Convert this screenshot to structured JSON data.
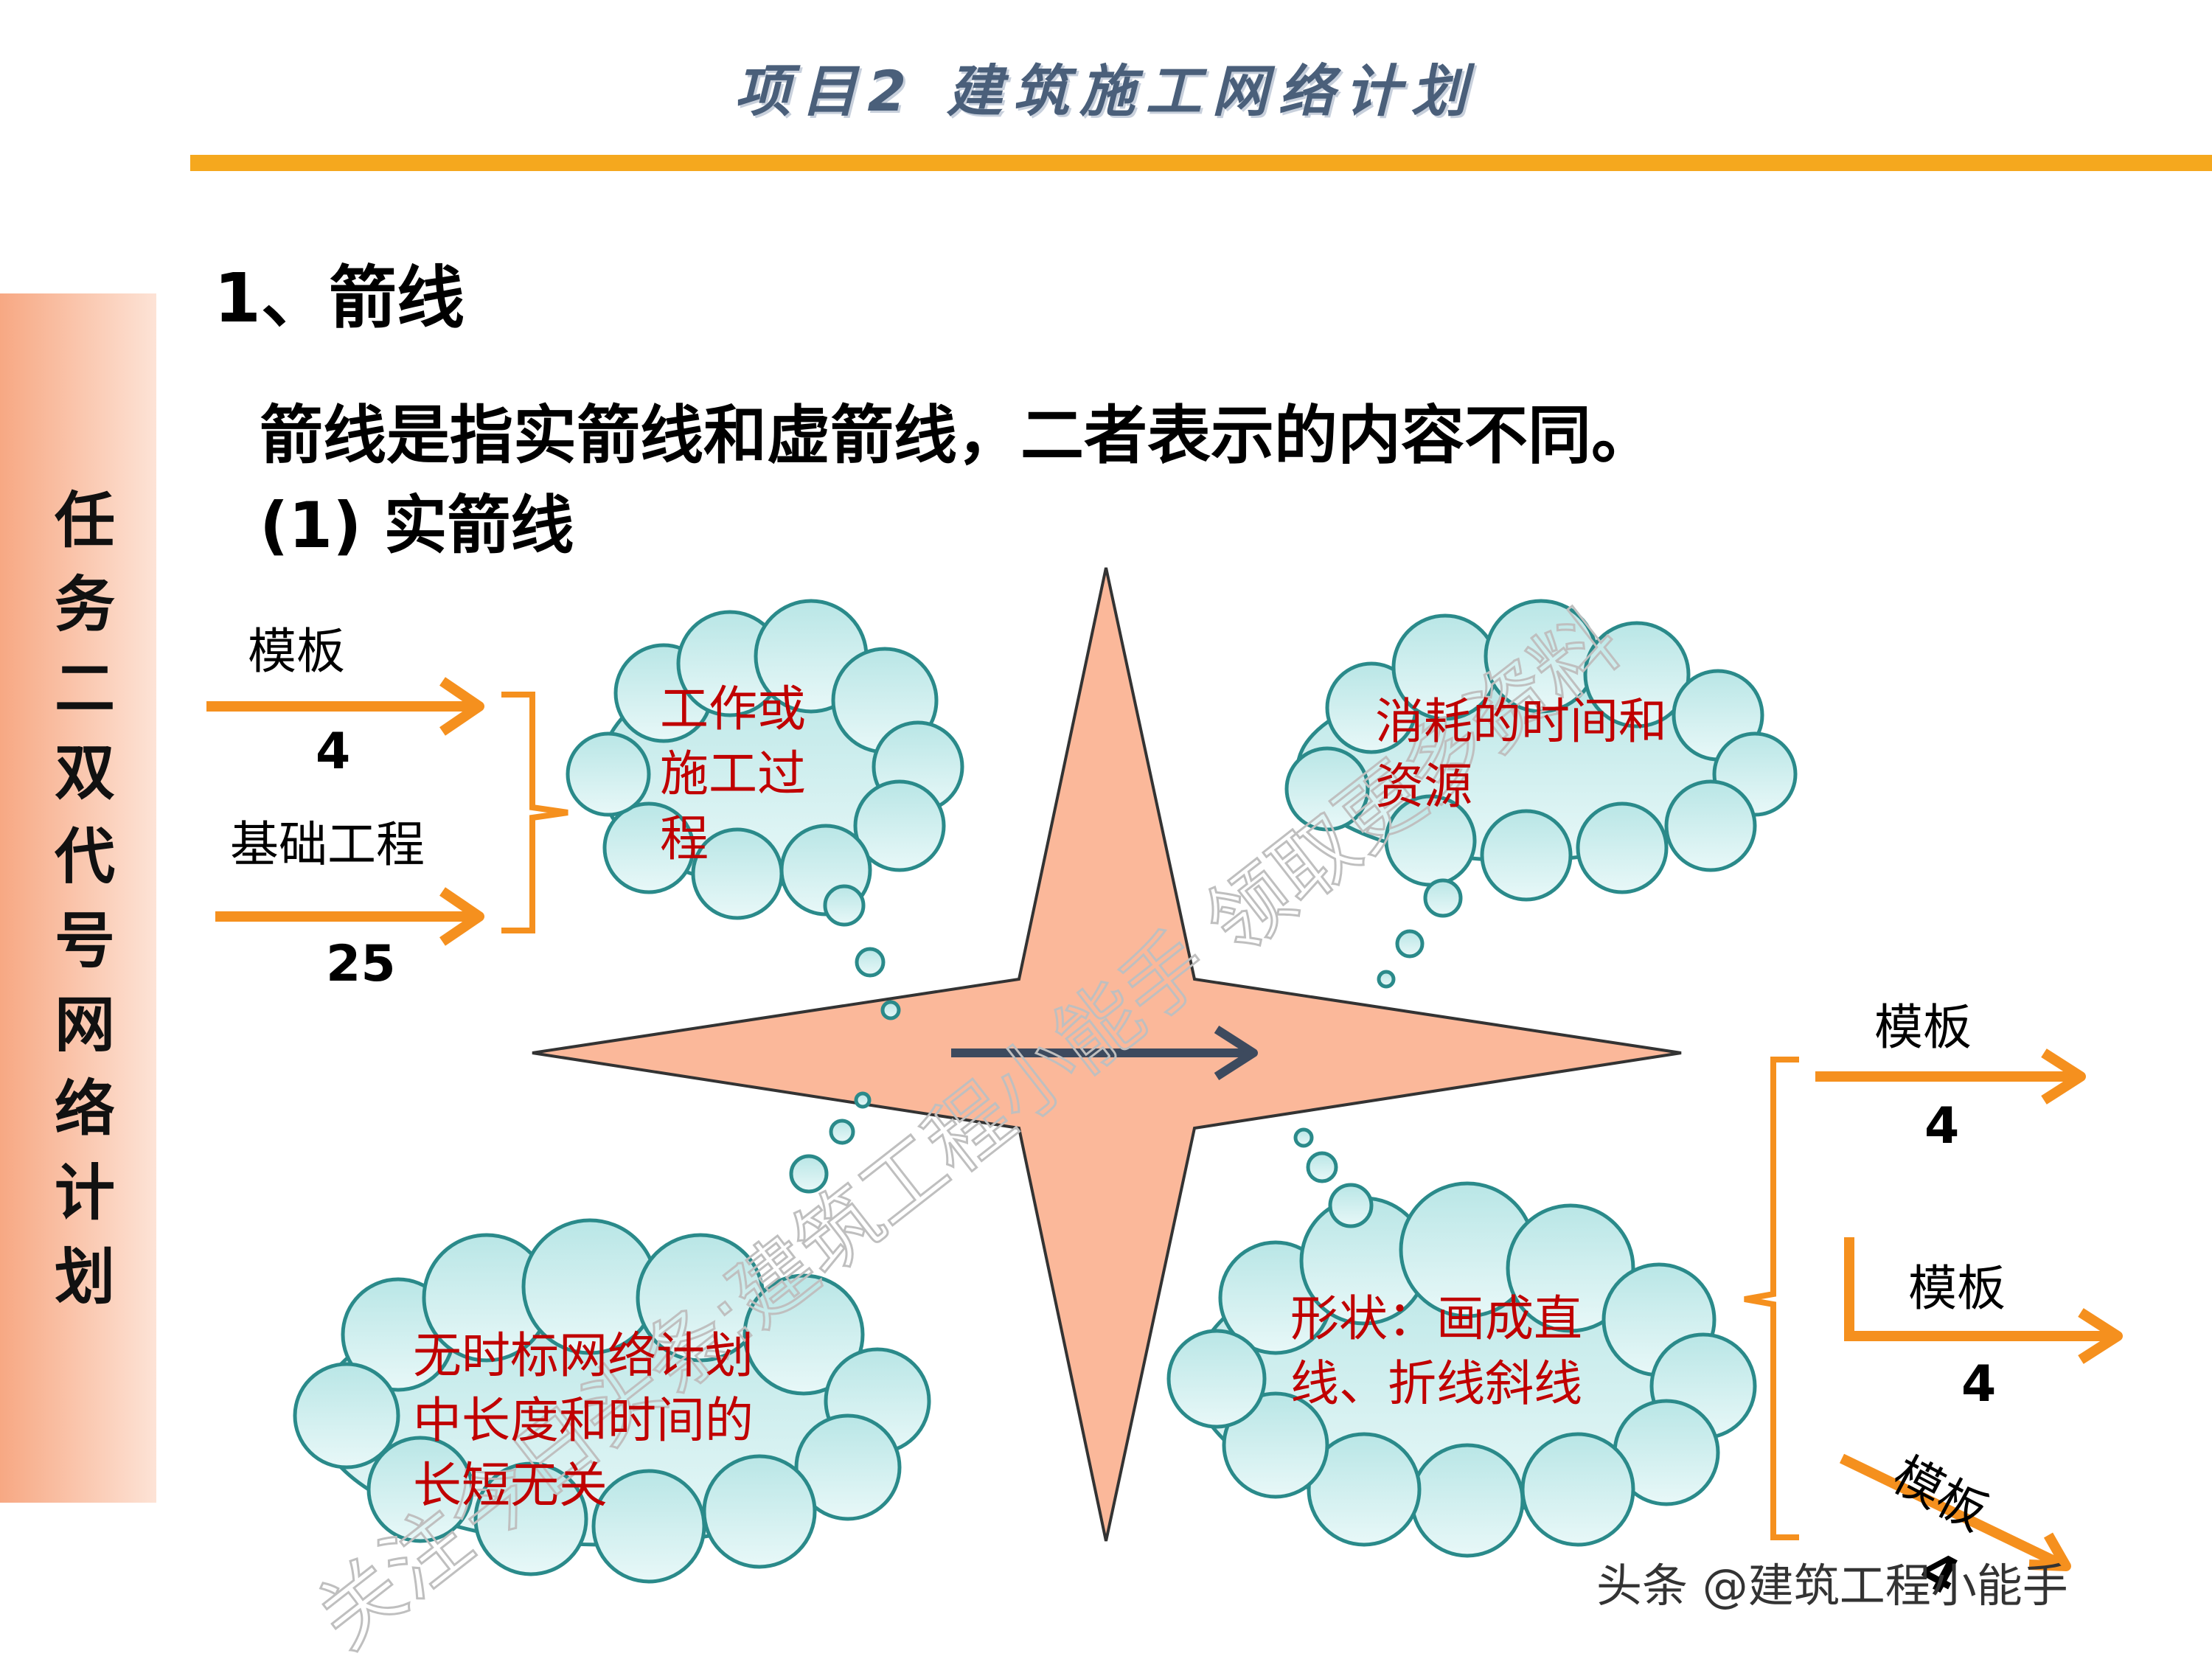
{
  "header": {
    "title": "项目2 建筑施工网络计划"
  },
  "sidebar": {
    "text": "任务二 双代号网络计划"
  },
  "section": {
    "heading": "1、箭线",
    "intro": "箭线是指实箭线和虚箭线，二者表示的内容不同。",
    "subheading": "(1) 实箭线"
  },
  "left_example": {
    "arrow1_label": "模板",
    "arrow1_value": "4",
    "arrow2_label": "基础工程",
    "arrow2_value": "25"
  },
  "clouds": {
    "top_left": "工作或施工过程",
    "top_right": "消耗的时间和资源",
    "bottom_left": "无时标网络计划中长度和时间的长短无关",
    "bottom_right": "形状：画成直线、折线斜线"
  },
  "right_example": {
    "straight_label": "模板",
    "straight_value": "4",
    "bent_label": "模板",
    "bent_value": "4",
    "oblique_label": "模板",
    "oblique_value": "4"
  },
  "watermark": {
    "diagonal": "关注今日头条:建筑工程小能手 领取更多资料",
    "footer": "头条 @建筑工程小能手"
  },
  "colors": {
    "accent_orange": "#f5901e",
    "header_bar": "#f5a81e",
    "star_fill": "#fbb89a",
    "cloud_fill": "#cdeeee",
    "cloud_stroke": "#2a8a8a",
    "cloud_text": "#c00000",
    "center_arrow": "#3d4a5e"
  }
}
